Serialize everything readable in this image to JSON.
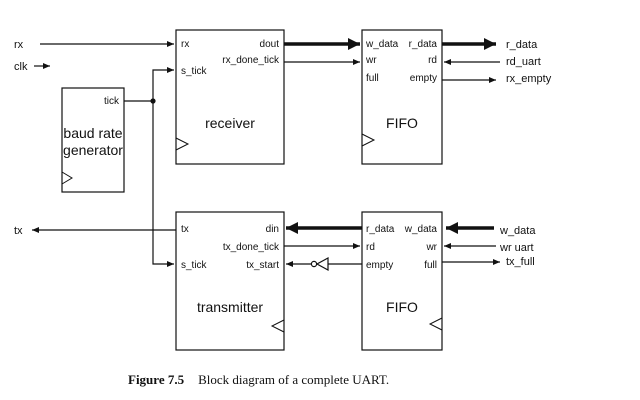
{
  "blocks": {
    "baud": {
      "line1": "baud rate",
      "line2": "generator",
      "tick": "tick"
    },
    "receiver": {
      "title": "receiver",
      "rx": "rx",
      "s_tick": "s_tick",
      "dout": "dout",
      "rx_done_tick": "rx_done_tick"
    },
    "fifo_rx": {
      "title": "FIFO",
      "w_data": "w_data",
      "wr": "wr",
      "full": "full",
      "r_data": "r_data",
      "rd": "rd",
      "empty": "empty"
    },
    "transmitter": {
      "title": "transmitter",
      "tx": "tx",
      "s_tick": "s_tick",
      "din": "din",
      "tx_done_tick": "tx_done_tick",
      "tx_start": "tx_start"
    },
    "fifo_tx": {
      "title": "FIFO",
      "r_data": "r_data",
      "rd": "rd",
      "empty": "empty",
      "w_data": "w_data",
      "wr": "wr",
      "full": "full"
    }
  },
  "external": {
    "rx": "rx",
    "clk": "clk",
    "tx": "tx",
    "r_data": "r_data",
    "rd_uart": "rd_uart",
    "rx_empty": "rx_empty",
    "w_data": "w_data",
    "wr_uart": "wr uart",
    "tx_full": "tx_full"
  },
  "caption": {
    "number": "Figure 7.5",
    "text": "Block diagram of a complete UART."
  }
}
